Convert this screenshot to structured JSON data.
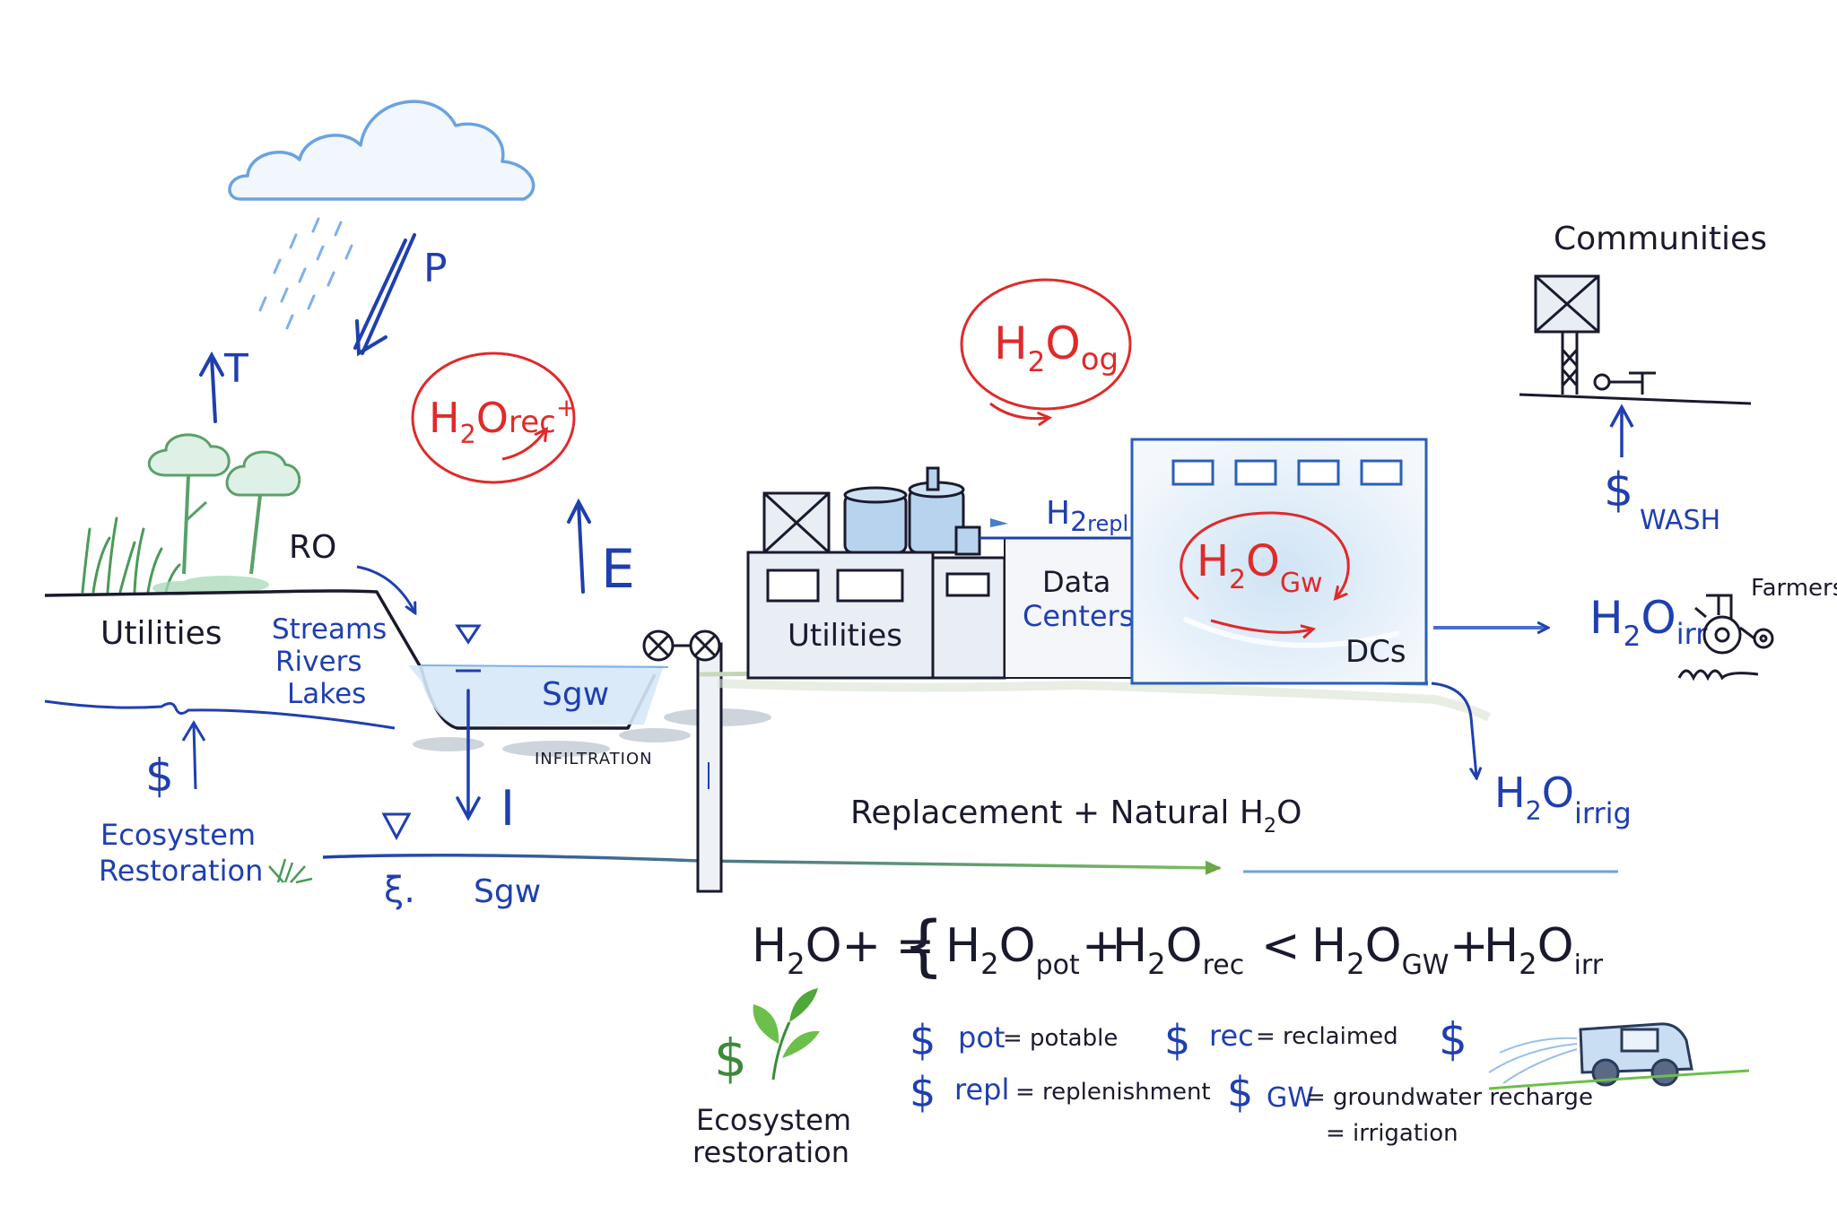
{
  "cycle": {
    "transpiration": "T",
    "precipitation": "P",
    "evaporation": "E",
    "infiltration_symbol": "I"
  },
  "labels": {
    "ro": "RO",
    "utilities_left": "Utilities",
    "streams": "Streams",
    "rivers": "Rivers",
    "lakes": "Lakes",
    "sgw_surface": "Sgw",
    "infiltration": "INFILTRATION",
    "sgw_ground": "Sgw",
    "ground_sym": "ξ.",
    "dollar_left": "$",
    "ecosystem_restoration_left_1": "Ecosystem",
    "ecosystem_restoration_left_2": "Restoration",
    "utilities_plant": "Utilities",
    "data_centers_1": "Data",
    "data_centers_2": "Centers",
    "dcs": "DCs",
    "communities": "Communities",
    "dollar_wash": "$",
    "wash": "WASH",
    "farmers": "Farmers",
    "replacement_natural": "Replacement + Natural H",
    "replacement_sub": "2",
    "replacement_tail": "O"
  },
  "flows": {
    "h2orec": {
      "h": "H",
      "sub": "2",
      "o": "O",
      "tail": "rec",
      "sup": "+"
    },
    "h2oog": {
      "h": "H",
      "sub": "2",
      "o": "O",
      "tail": "og"
    },
    "h2repl": {
      "h": "H",
      "sub": "2",
      "tail": "repl"
    },
    "h2ogw": {
      "h": "H",
      "sub": "2",
      "o": "O",
      "tail": "Gw"
    },
    "h2oirr_right": {
      "h": "H",
      "sub": "2",
      "o": "O",
      "tail": "irr"
    },
    "h2oirrig": {
      "h": "H",
      "sub": "2",
      "o": "O",
      "tail": "irrig"
    }
  },
  "equation": {
    "lhs_h": "H",
    "lhs_sub": "2",
    "lhs_o": "O+ =",
    "brace": "{",
    "t1_h": "H",
    "t1_sub": "2",
    "t1_o": "O",
    "t1_tail": "pot",
    "plus1": "+",
    "t2_h": "H",
    "t2_sub": "2",
    "t2_o": "O",
    "t2_tail": "rec",
    "lt": "<",
    "t3_h": "H",
    "t3_sub": "2",
    "t3_o": "O",
    "t3_tail": "GW",
    "plus2": "+",
    "t4_h": "H",
    "t4_sub": "2",
    "t4_o": "O",
    "t4_tail": "irr"
  },
  "legend": {
    "ecosystem_1": "Ecosystem",
    "ecosystem_2": "restoration",
    "dollar_eco": "$",
    "items": [
      {
        "symbol": "$",
        "key": "pot",
        "text": "= potable"
      },
      {
        "symbol": "$",
        "key": "rec",
        "text": "= reclaimed"
      },
      {
        "symbol": "$",
        "key": "repl",
        "text": "= replenishment"
      },
      {
        "symbol": "$",
        "key": "GW",
        "text": "= groundwater recharge"
      }
    ],
    "irrigation_text": "= irrigation",
    "dollar_truck": "$"
  },
  "colors": {
    "ink": "#1a1a2e",
    "blue": "#1f3fb0",
    "light_blue": "#6aa3e0",
    "red": "#e02a2a",
    "green": "#5fa84a",
    "building_fill": "#e9eef5",
    "water_fill": "#d6e8f7"
  },
  "icons": [
    "cloud-icon",
    "rain-icon",
    "tree-icon",
    "grass-icon",
    "water-tower-icon",
    "tractor-icon",
    "truck-icon",
    "sprout-icon",
    "valve-icon",
    "well-pipe-icon"
  ]
}
